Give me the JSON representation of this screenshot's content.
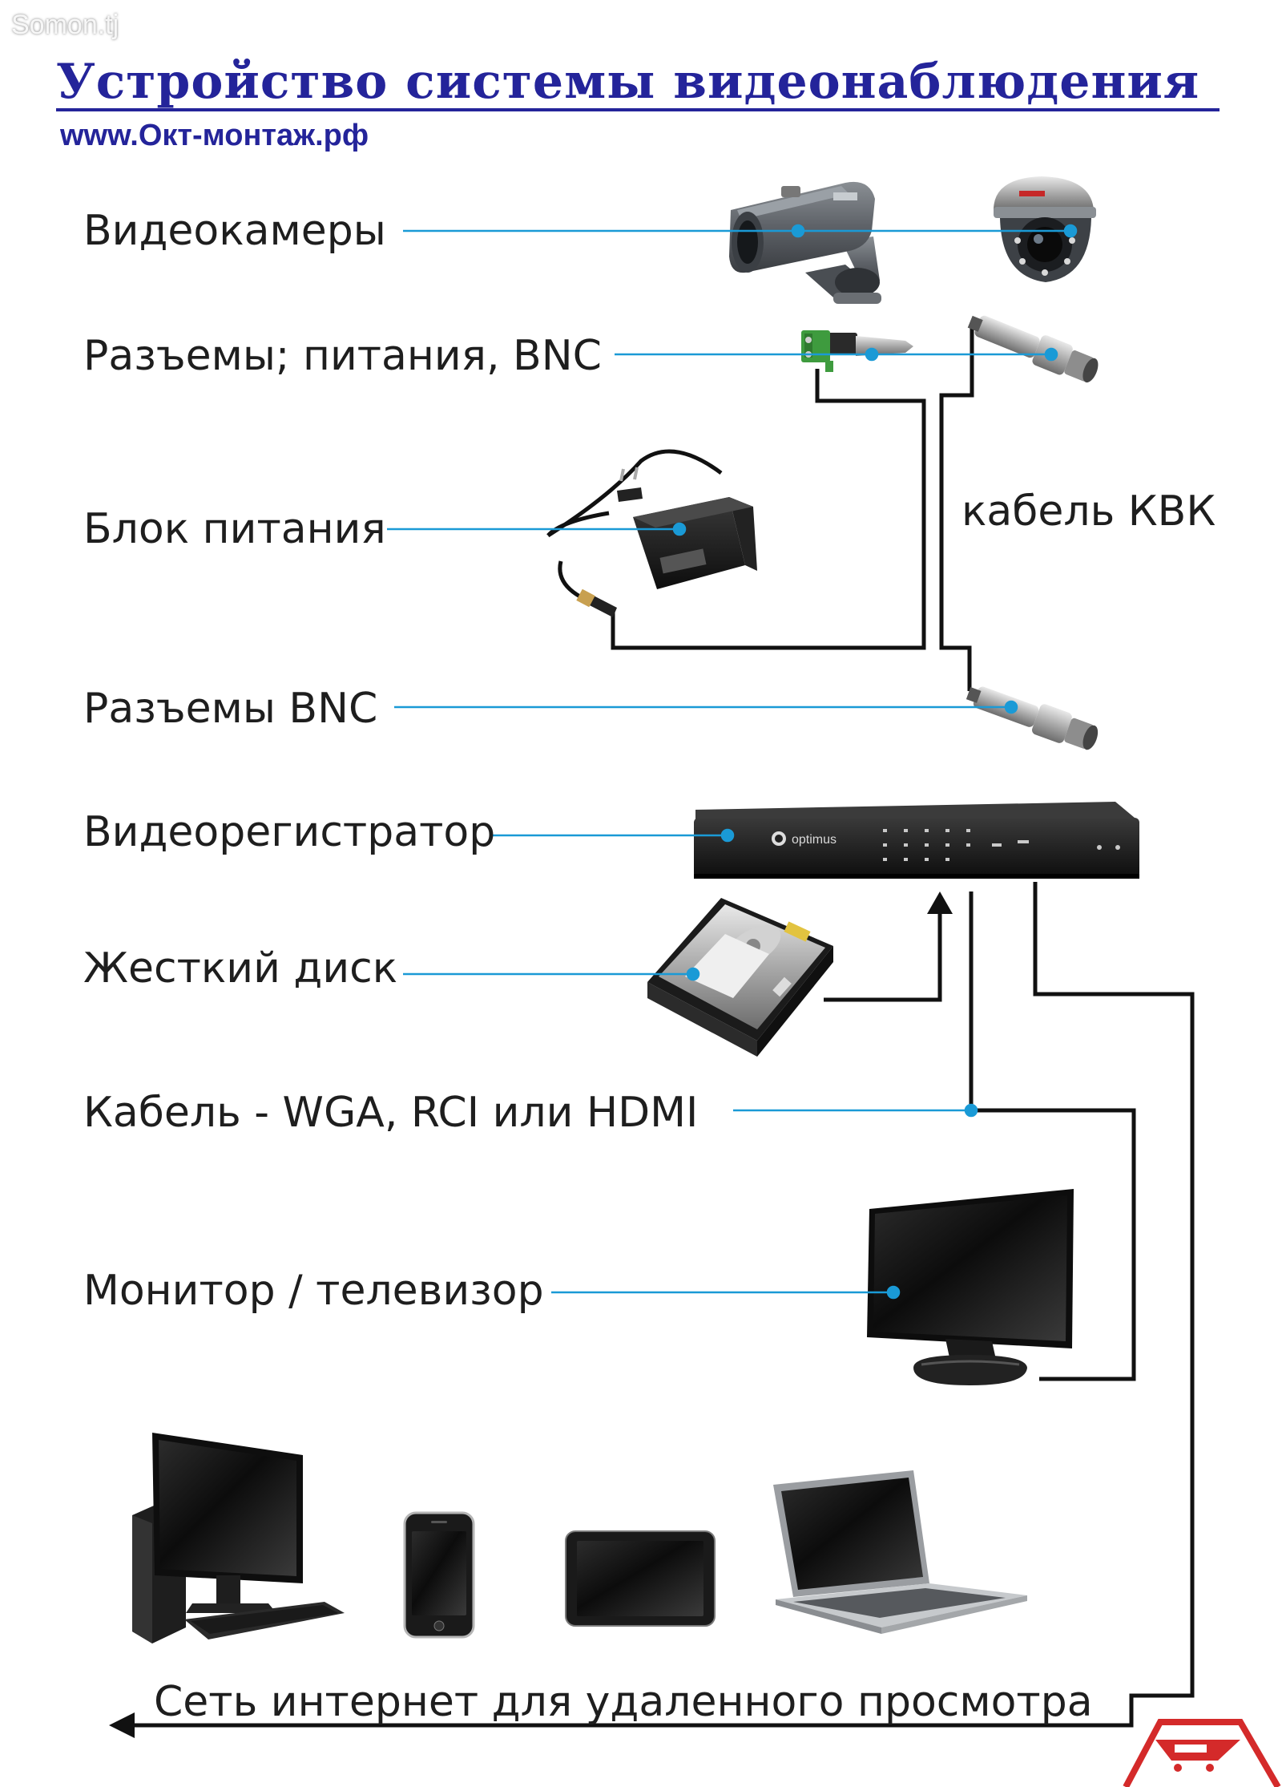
{
  "header": {
    "title": "Устройство системы видеонаблюдения",
    "site": "www.Окт-монтаж.рф",
    "watermark": "Somon.tj"
  },
  "components": {
    "cameras": "Видеокамеры",
    "connectors_power_bnc": "Разъемы; питания, BNC",
    "power_supply": "Блок питания",
    "connectors_bnc": "Разъемы BNC",
    "dvr": "Видеорегистратор",
    "hard_disk": "Жесткий диск",
    "video_cable": "Кабель - WGA, RCI или HDMI",
    "monitor": "Монитор / телевизор"
  },
  "cable_label": "кабель КВК",
  "network_label": "Сеть интернет для удаленного просмотра",
  "dvr_brand": "optimus",
  "colors": {
    "title": "#24249a",
    "leader_line": "#1a9ad6",
    "wire": "#111111",
    "logo": "#d42a2a"
  },
  "icons": [
    "bullet-camera-icon",
    "dome-camera-icon",
    "power-connector-icon",
    "bnc-connector-icon",
    "power-adapter-icon",
    "dvr-icon",
    "hard-disk-icon",
    "monitor-icon",
    "desktop-pc-icon",
    "smartphone-icon",
    "tablet-icon",
    "laptop-icon",
    "company-logo-icon"
  ]
}
